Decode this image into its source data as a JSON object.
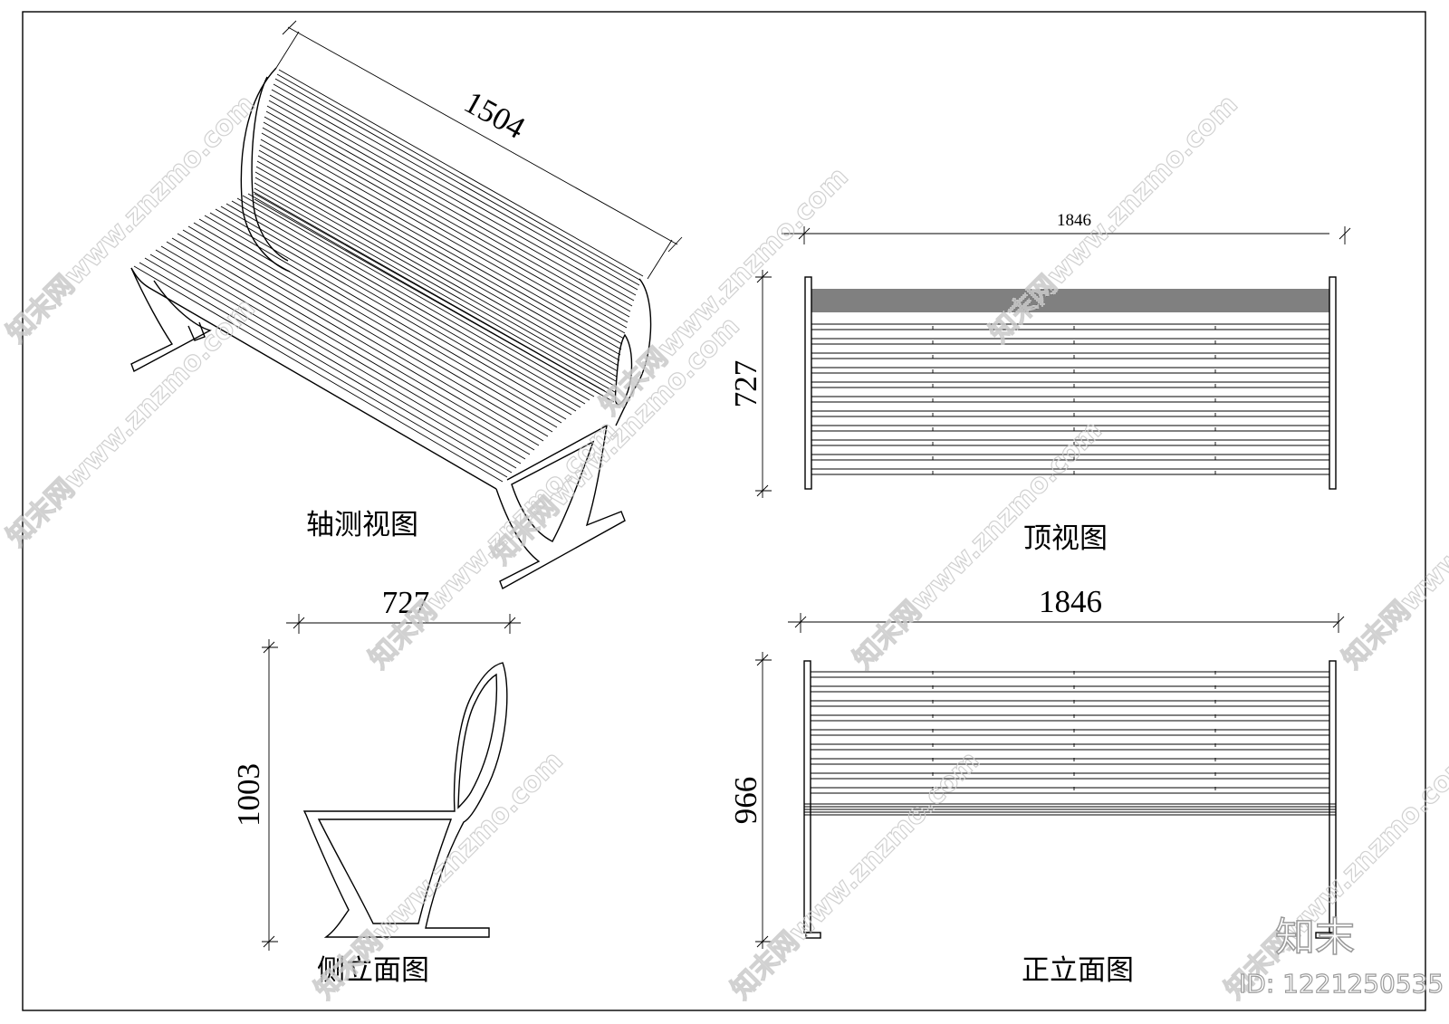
{
  "views": {
    "iso": {
      "title": "轴测视图",
      "length": "1504"
    },
    "top": {
      "title": "顶视图",
      "width": "1846",
      "depth": "727"
    },
    "side": {
      "title": "侧立面图",
      "depth": "727",
      "height": "1003"
    },
    "front": {
      "title": "正立面图",
      "width": "1846",
      "height": "966"
    }
  },
  "watermark": {
    "text": "知末网www.znzmo.com",
    "brand": "知末",
    "id": "ID: 1221250535"
  },
  "colors": {
    "line": "#000000",
    "watermark": "#c9c9c9",
    "background": "#ffffff"
  }
}
